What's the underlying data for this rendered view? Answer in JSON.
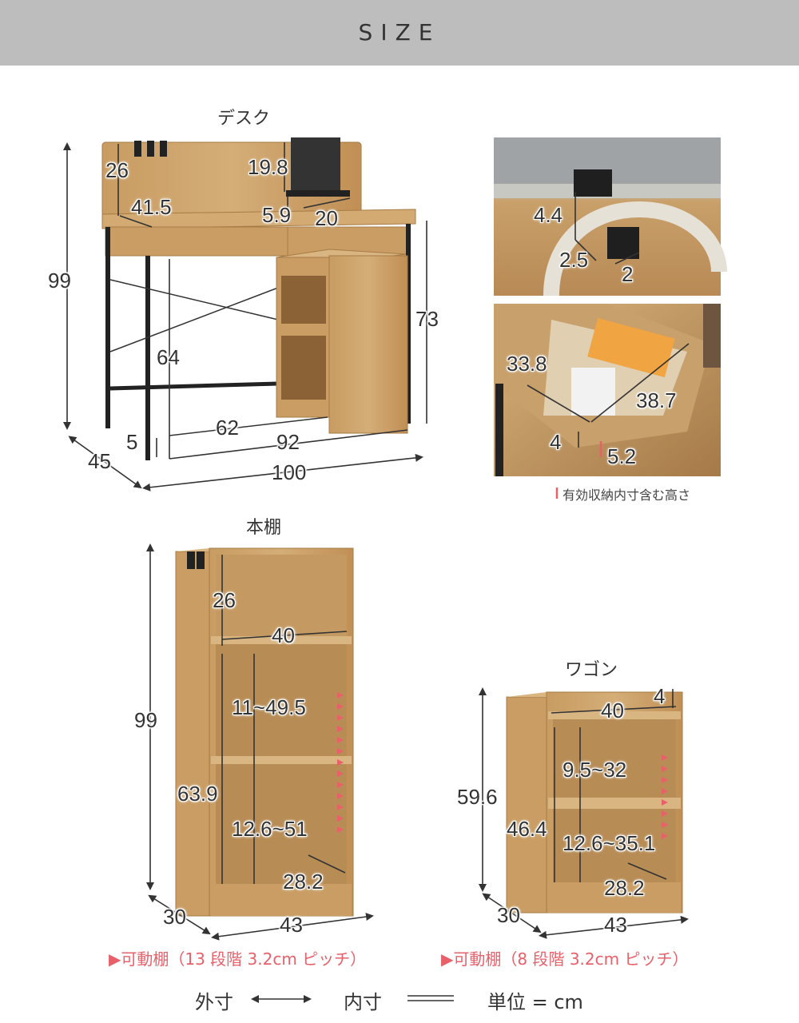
{
  "header": {
    "title": "SIZE"
  },
  "colors": {
    "banner": "#bdbdbd",
    "wood": "#c9a06a",
    "wood_dark": "#a77b45",
    "frame": "#222222",
    "accent": "#e8606a"
  },
  "desk": {
    "title": "デスク",
    "dims": {
      "height_total": "99",
      "hook_height": "26",
      "shelf_height": "19.8",
      "upper_depth": "41.5",
      "shelf_depth": "5.9",
      "shelf_width": "20",
      "desk_height": "73",
      "leg_clearance": "64",
      "inner_width": "62",
      "drawer_height": "5",
      "inner_total": "92",
      "width": "100",
      "depth": "45"
    }
  },
  "hook_detail": {
    "dims": {
      "height": "4.4",
      "gap": "2.5",
      "width": "2"
    }
  },
  "drawer_detail": {
    "dims": {
      "width": "33.8",
      "depth": "38.7",
      "height": "4",
      "inner_height": "5.2"
    },
    "note": "有効収納内寸含む高さ"
  },
  "bookshelf": {
    "title": "本棚",
    "dims": {
      "height": "99",
      "top_space": "26",
      "inner_width": "40",
      "shelf_range_upper": "11~49.5",
      "inner_height": "63.9",
      "shelf_range_lower": "12.6~51",
      "inner_depth": "28.2",
      "depth": "30",
      "width": "43"
    },
    "note": "▶可動棚（13 段階 3.2cm ピッチ）"
  },
  "wagon": {
    "title": "ワゴン",
    "dims": {
      "top_lip": "4",
      "inner_width": "40",
      "height": "59.6",
      "shelf_range_upper": "9.5~32",
      "inner_height": "46.4",
      "shelf_range_lower": "12.6~35.1",
      "inner_depth": "28.2",
      "depth": "30",
      "width": "43"
    },
    "note": "▶可動棚（8 段階 3.2cm ピッチ）"
  },
  "legend": {
    "outer_label": "外寸",
    "inner_label": "内寸",
    "unit_label": "単位 = cm"
  }
}
